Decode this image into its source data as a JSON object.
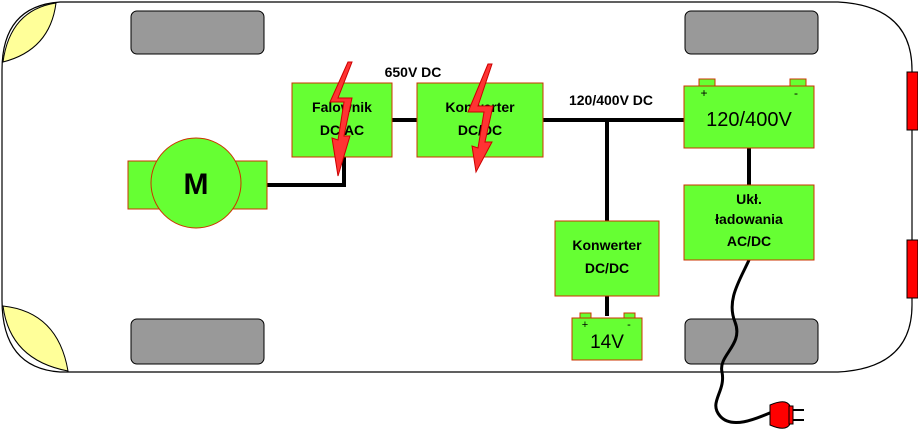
{
  "labels": {
    "voltage_650": "650V DC",
    "voltage_120_400": "120/400V DC"
  },
  "blocks": {
    "motor": "M",
    "inverter_line1": "Falownik",
    "inverter_line2": "DC/AC",
    "converter_top_line1": "Konwerter",
    "converter_top_line2": "DC/DC",
    "converter_bottom_line1": "Konwerter",
    "converter_bottom_line2": "DC/DC",
    "charger_line1": "Ukł.",
    "charger_line2": "ładowania",
    "charger_line3": "AC/DC"
  },
  "batteries": {
    "main_label": "120/400V",
    "main_plus": "+",
    "main_minus": "-",
    "aux_label": "14V",
    "aux_plus": "+",
    "aux_minus": "-"
  },
  "colors": {
    "block_fill": "#66ff33",
    "block_stroke": "#cc3300",
    "wheel_fill": "#999999",
    "headlight_fill": "#ffff99",
    "taillight_fill": "#ff0000",
    "lightning_fill": "#ff3333",
    "plug_fill": "#ff0000"
  }
}
